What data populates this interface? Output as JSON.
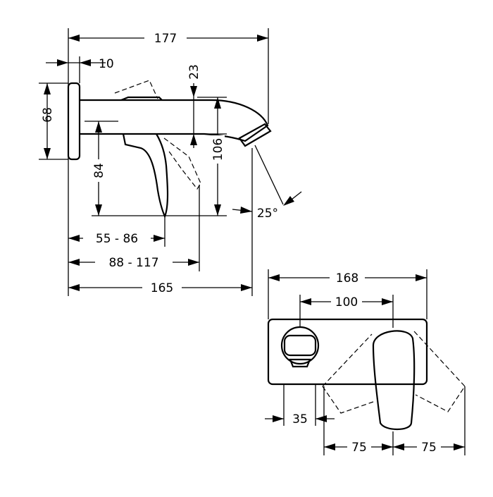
{
  "side_view": {
    "overall_length": "177",
    "plate_thickness": "10",
    "plate_height": "68",
    "spout_offset": "23",
    "outlet_height": "106",
    "handle_height": "84",
    "outlet_angle": "25°",
    "spout_projection_range": "55 - 86",
    "handle_clearance_range": "88 - 117",
    "base_length": "165"
  },
  "front_view": {
    "plate_width": "168",
    "centre_distance": "100",
    "handle_travel_left": "35",
    "handle_swing_left": "75",
    "handle_swing_right": "75"
  }
}
